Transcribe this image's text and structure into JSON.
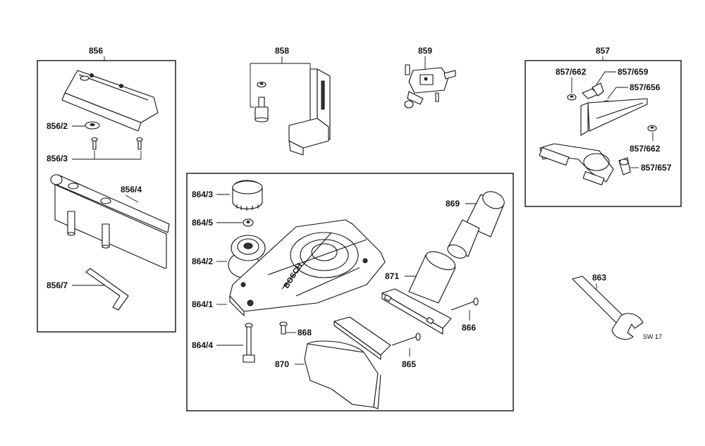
{
  "diagram": {
    "groups": [
      {
        "id": "856",
        "label": "856"
      },
      {
        "id": "858",
        "label": "858"
      },
      {
        "id": "859",
        "label": "859"
      },
      {
        "id": "857",
        "label": "857"
      },
      {
        "id": "863",
        "label": "863"
      }
    ],
    "parts": {
      "p856_2": "856/2",
      "p856_3": "856/3",
      "p856_4": "856/4",
      "p856_7": "856/7",
      "p857_662a": "857/662",
      "p857_659": "857/659",
      "p857_656": "857/656",
      "p857_662b": "857/662",
      "p857_657": "857/657",
      "p864_3": "864/3",
      "p864_5": "864/5",
      "p864_2": "864/2",
      "p864_1": "864/1",
      "p864_4": "864/4",
      "p868": "868",
      "p869": "869",
      "p871": "871",
      "p866": "866",
      "p870": "870",
      "p865": "865"
    },
    "imprints": {
      "brand": "BOSCH",
      "wrench_size": "SW 17"
    }
  }
}
